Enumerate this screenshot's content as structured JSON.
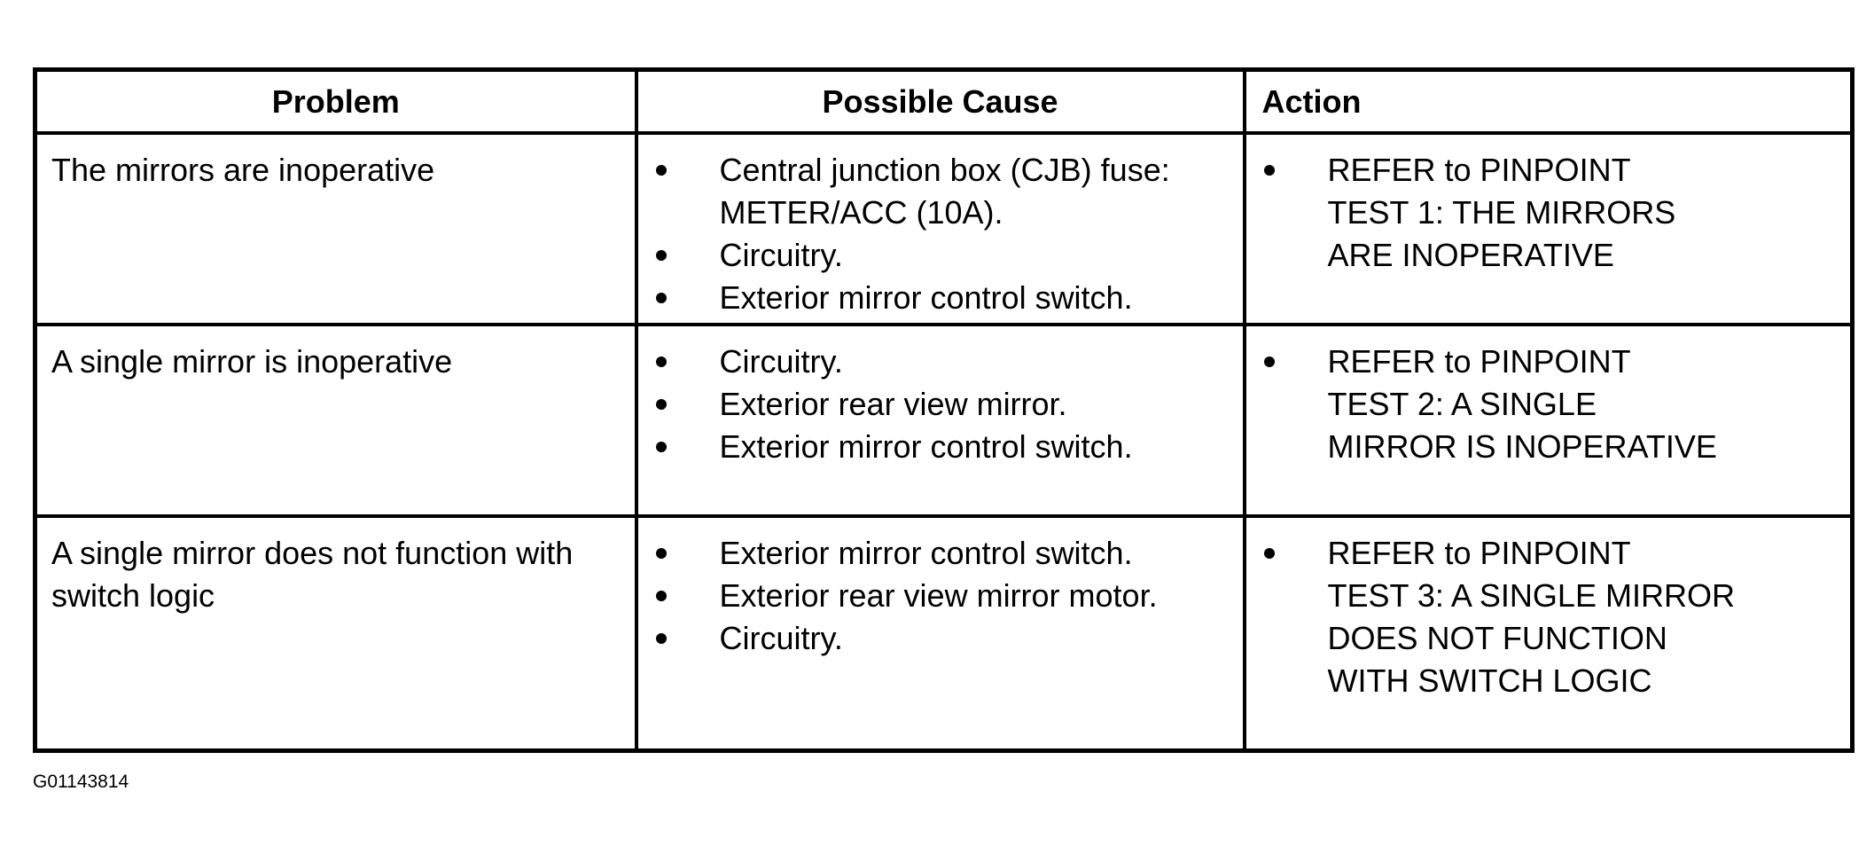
{
  "table": {
    "headers": {
      "problem": "Problem",
      "cause": "Possible Cause",
      "action": "Action"
    },
    "rows": [
      {
        "problem": "The mirrors are inoperative",
        "causes": [
          "Central junction box (CJB) fuse: METER/ACC (10A).",
          "Circuitry.",
          "Exterior mirror control switch."
        ],
        "action": "REFER to PINPOINT\nTEST 1:  THE MIRRORS\nARE INOPERATIVE"
      },
      {
        "problem": "A single mirror is inoperative",
        "causes": [
          "Circuitry.",
          "Exterior rear view mirror.",
          "Exterior mirror control switch."
        ],
        "action": "REFER to PINPOINT\nTEST 2:  A SINGLE\nMIRROR IS INOPERATIVE"
      },
      {
        "problem": "A single mirror does not function with switch logic",
        "causes": [
          "Exterior mirror control switch.",
          "Exterior rear view mirror motor.",
          "Circuitry."
        ],
        "action": "REFER to PINPOINT\nTEST 3: A SINGLE MIRROR\nDOES NOT FUNCTION\nWITH SWITCH LOGIC"
      }
    ]
  },
  "figure_id": "G01143814"
}
